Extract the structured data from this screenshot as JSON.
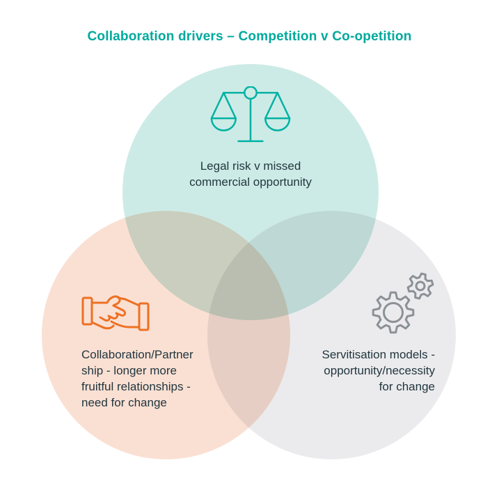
{
  "header": {
    "title": "Collaboration drivers – Competition v Co-opetition",
    "title_color": "#00a99d"
  },
  "colors": {
    "background": "#ffffff",
    "body_text": "#22363f",
    "top_circle_fill": "#cdebe6",
    "bottom_left_circle_fill": "#fae0d3",
    "bottom_right_circle_fill": "#ebebed",
    "scales_icon": "#00b2a4",
    "handshake_icon": "#ee7023",
    "gears_icon": "#8b9196"
  },
  "venn": {
    "top_circle": {
      "icon": "scales-icon",
      "topic": "Legal risk v missed commercial opportunity",
      "lines": [
        "Legal risk v missed",
        "commercial opportunity"
      ]
    },
    "bottom_left_circle": {
      "icon": "handshake-icon",
      "topic": "Collaboration/Partnership - longer more fruitful relationships - need for change",
      "lines": [
        "Collaboration/Partner",
        "ship - longer more",
        "fruitful relationships -",
        "need for change"
      ]
    },
    "bottom_right_circle": {
      "icon": "gears-icon",
      "topic": "Servitisation models - opportunity/necessity for change",
      "lines": [
        "Servitisation models -",
        "opportunity/necessity",
        "for change"
      ]
    }
  }
}
